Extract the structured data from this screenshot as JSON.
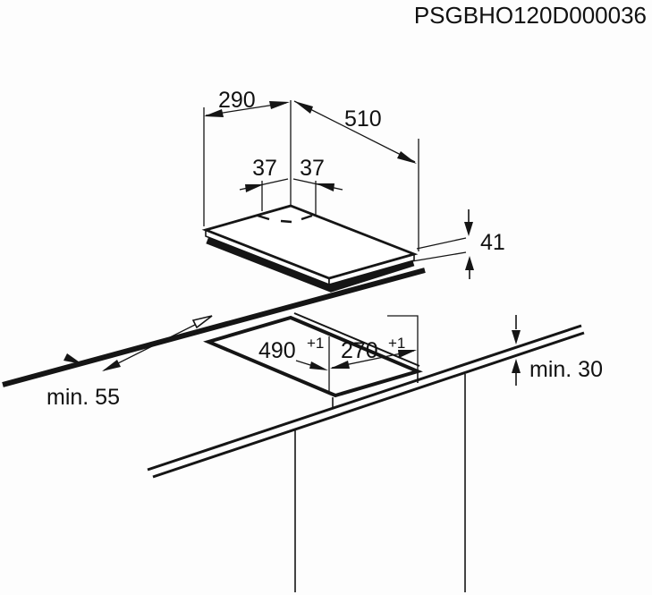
{
  "title": "PSGBHO120D000036",
  "diagram_kind": "hob-installation-dimensions",
  "dimensions": {
    "hob_width_top": "290",
    "hob_depth_top": "510",
    "offset_left": "37",
    "offset_right": "37",
    "hob_height": "41",
    "cutout_length": "490",
    "cutout_length_tol": "+1",
    "cutout_depth": "270",
    "cutout_depth_tol": "+1",
    "min_rear_clearance": "min. 55",
    "min_worktop_thickness": "min. 30"
  },
  "colors": {
    "line": "#151515",
    "background": "#fdfdfd"
  }
}
